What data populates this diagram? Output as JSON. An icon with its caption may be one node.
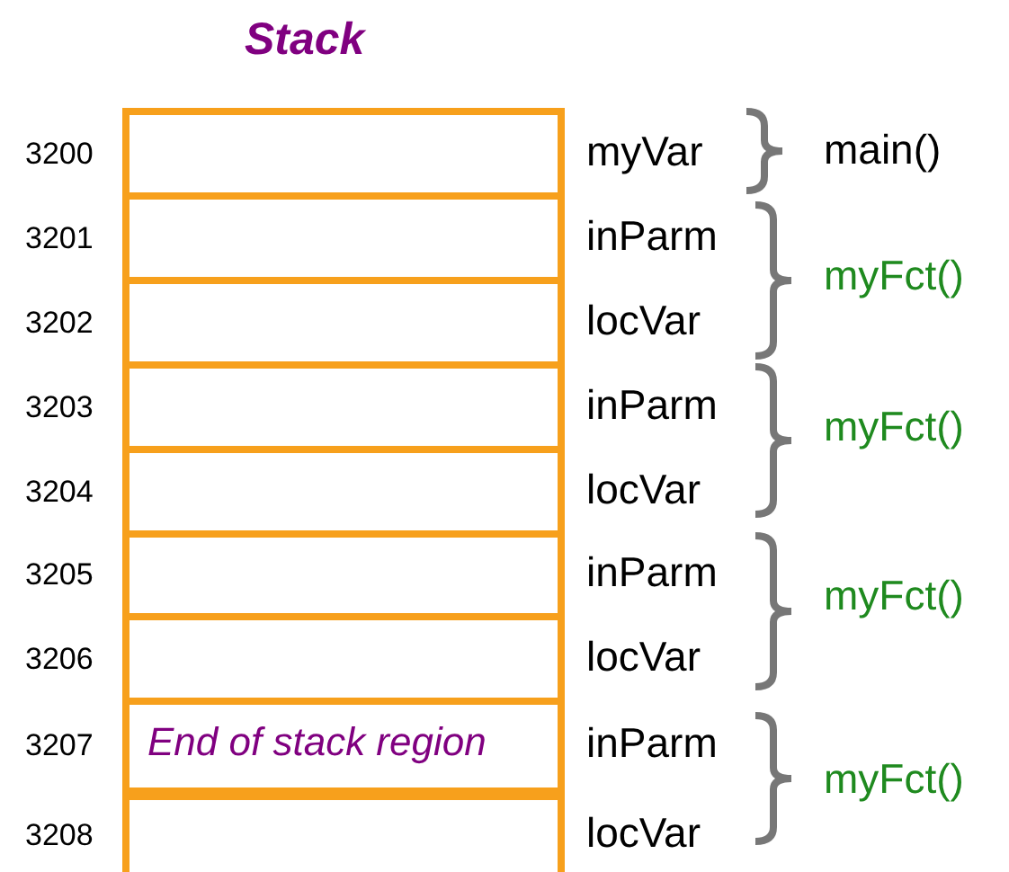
{
  "diagram": {
    "title": "Stack",
    "nodes": [
      {
        "text": [],
        "shape": "box",
        "beside": [
          "3200",
          "myVar"
        ]
      },
      {
        "text": [],
        "shape": "box",
        "beside": [
          "3201",
          "inParm"
        ]
      },
      {
        "text": [],
        "shape": "box",
        "beside": [
          "3202",
          "locVar"
        ]
      },
      {
        "text": [],
        "shape": "box",
        "beside": [
          "3203",
          "inParm"
        ]
      },
      {
        "text": [],
        "shape": "box",
        "beside": [
          "3204",
          "locVar"
        ]
      },
      {
        "text": [],
        "shape": "box",
        "beside": [
          "3205",
          "inParm"
        ]
      },
      {
        "text": [],
        "shape": "box",
        "beside": [
          "3206",
          "locVar"
        ]
      },
      {
        "text": [
          "End of stack region"
        ],
        "beside": [
          "3207",
          "inParm"
        ]
      },
      {
        "text": [],
        "shape": "box",
        "beside": [
          "3208",
          "locVar"
        ]
      }
    ],
    "labels": [
      "main()",
      "myFct()",
      "myFct()",
      "myFct()",
      "myFct()"
    ]
  }
}
